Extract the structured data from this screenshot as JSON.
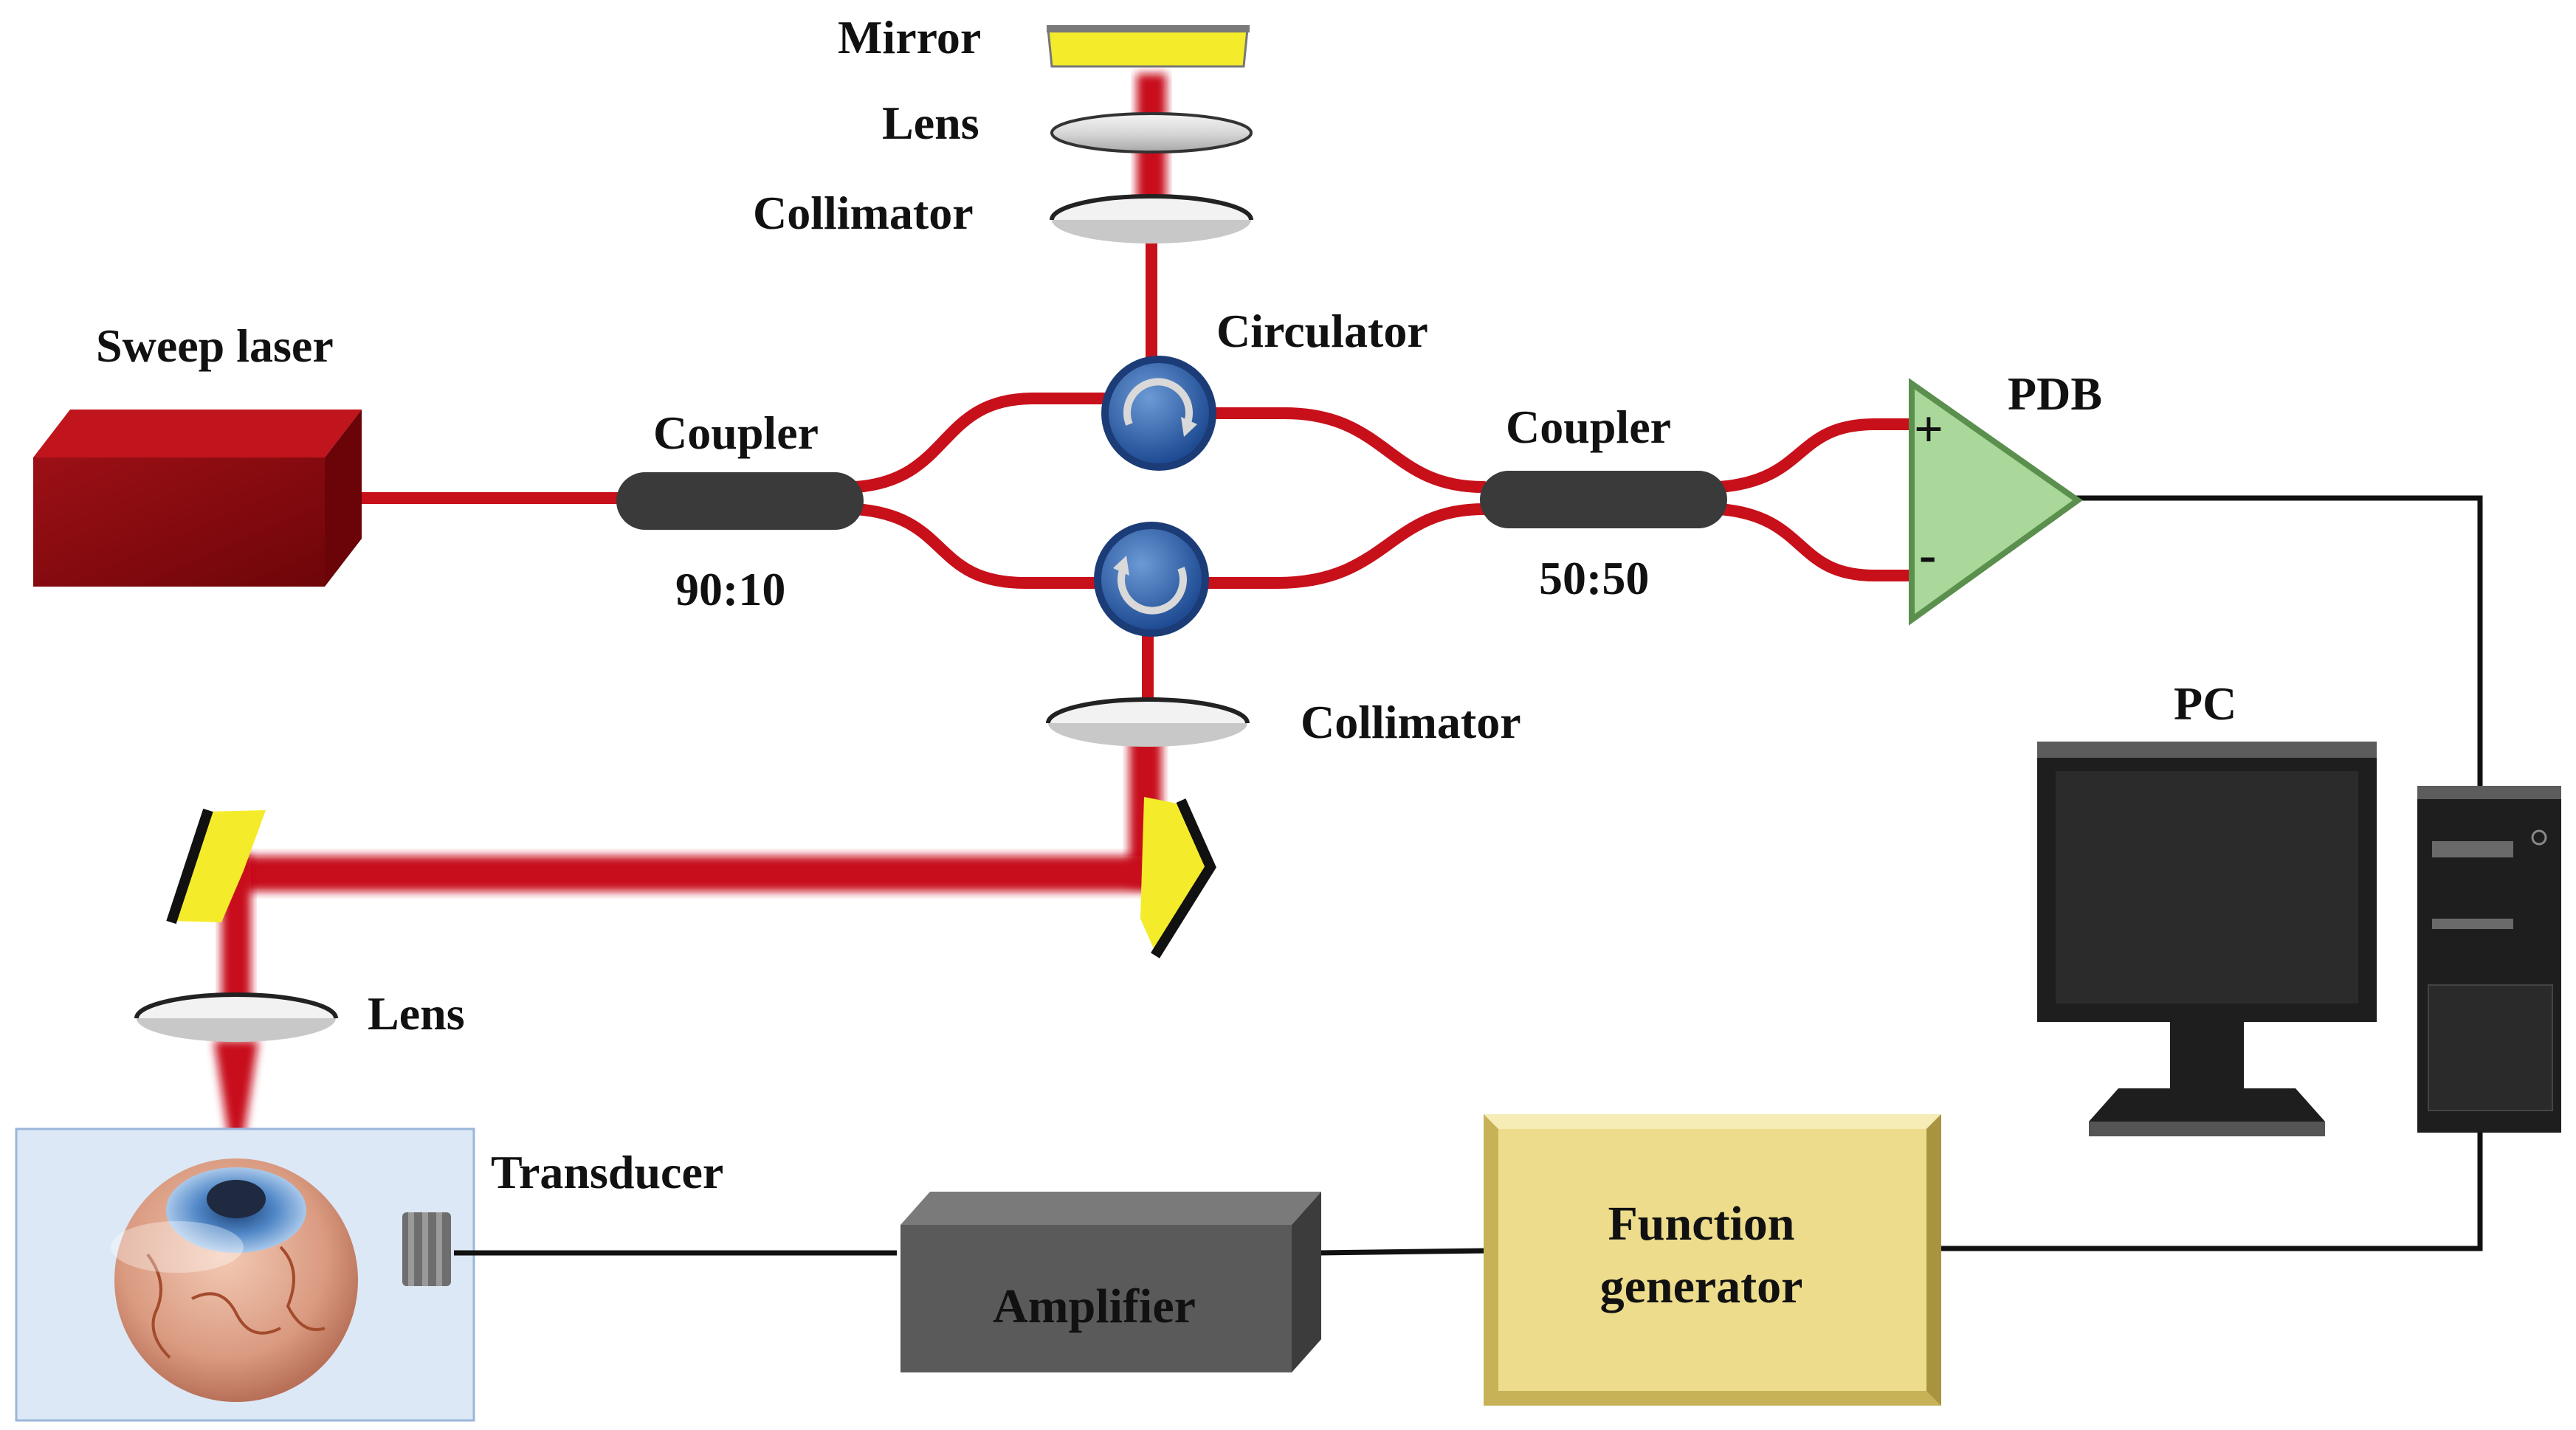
{
  "labels": {
    "mirror": "Mirror",
    "lens_top": "Lens",
    "collimator_top": "Collimator",
    "sweep_laser": "Sweep laser",
    "circulator": "Circulator",
    "coupler_left": "Coupler",
    "coupler_left_ratio": "90:10",
    "coupler_right": "Coupler",
    "coupler_right_ratio": "50:50",
    "pdb": "PDB",
    "pdb_plus": "+",
    "pdb_minus": "-",
    "pc": "PC",
    "collimator_bottom": "Collimator",
    "lens_bottom": "Lens",
    "transducer": "Transducer",
    "amplifier": "Amplifier",
    "function_generator_line1": "Function",
    "function_generator_line2": "generator"
  },
  "colors": {
    "fiber": "#c8101a",
    "laser_box": "#8e0b0f",
    "coupler": "#3a3a3a",
    "circulator": "#2f5fa8",
    "mirror": "#f4ec2a",
    "pdb": "#a9d89a",
    "function_generator": "#ecdc8c",
    "amplifier": "#5a5a5a",
    "pc": "#262626",
    "sample_box": "#dce8f6"
  }
}
